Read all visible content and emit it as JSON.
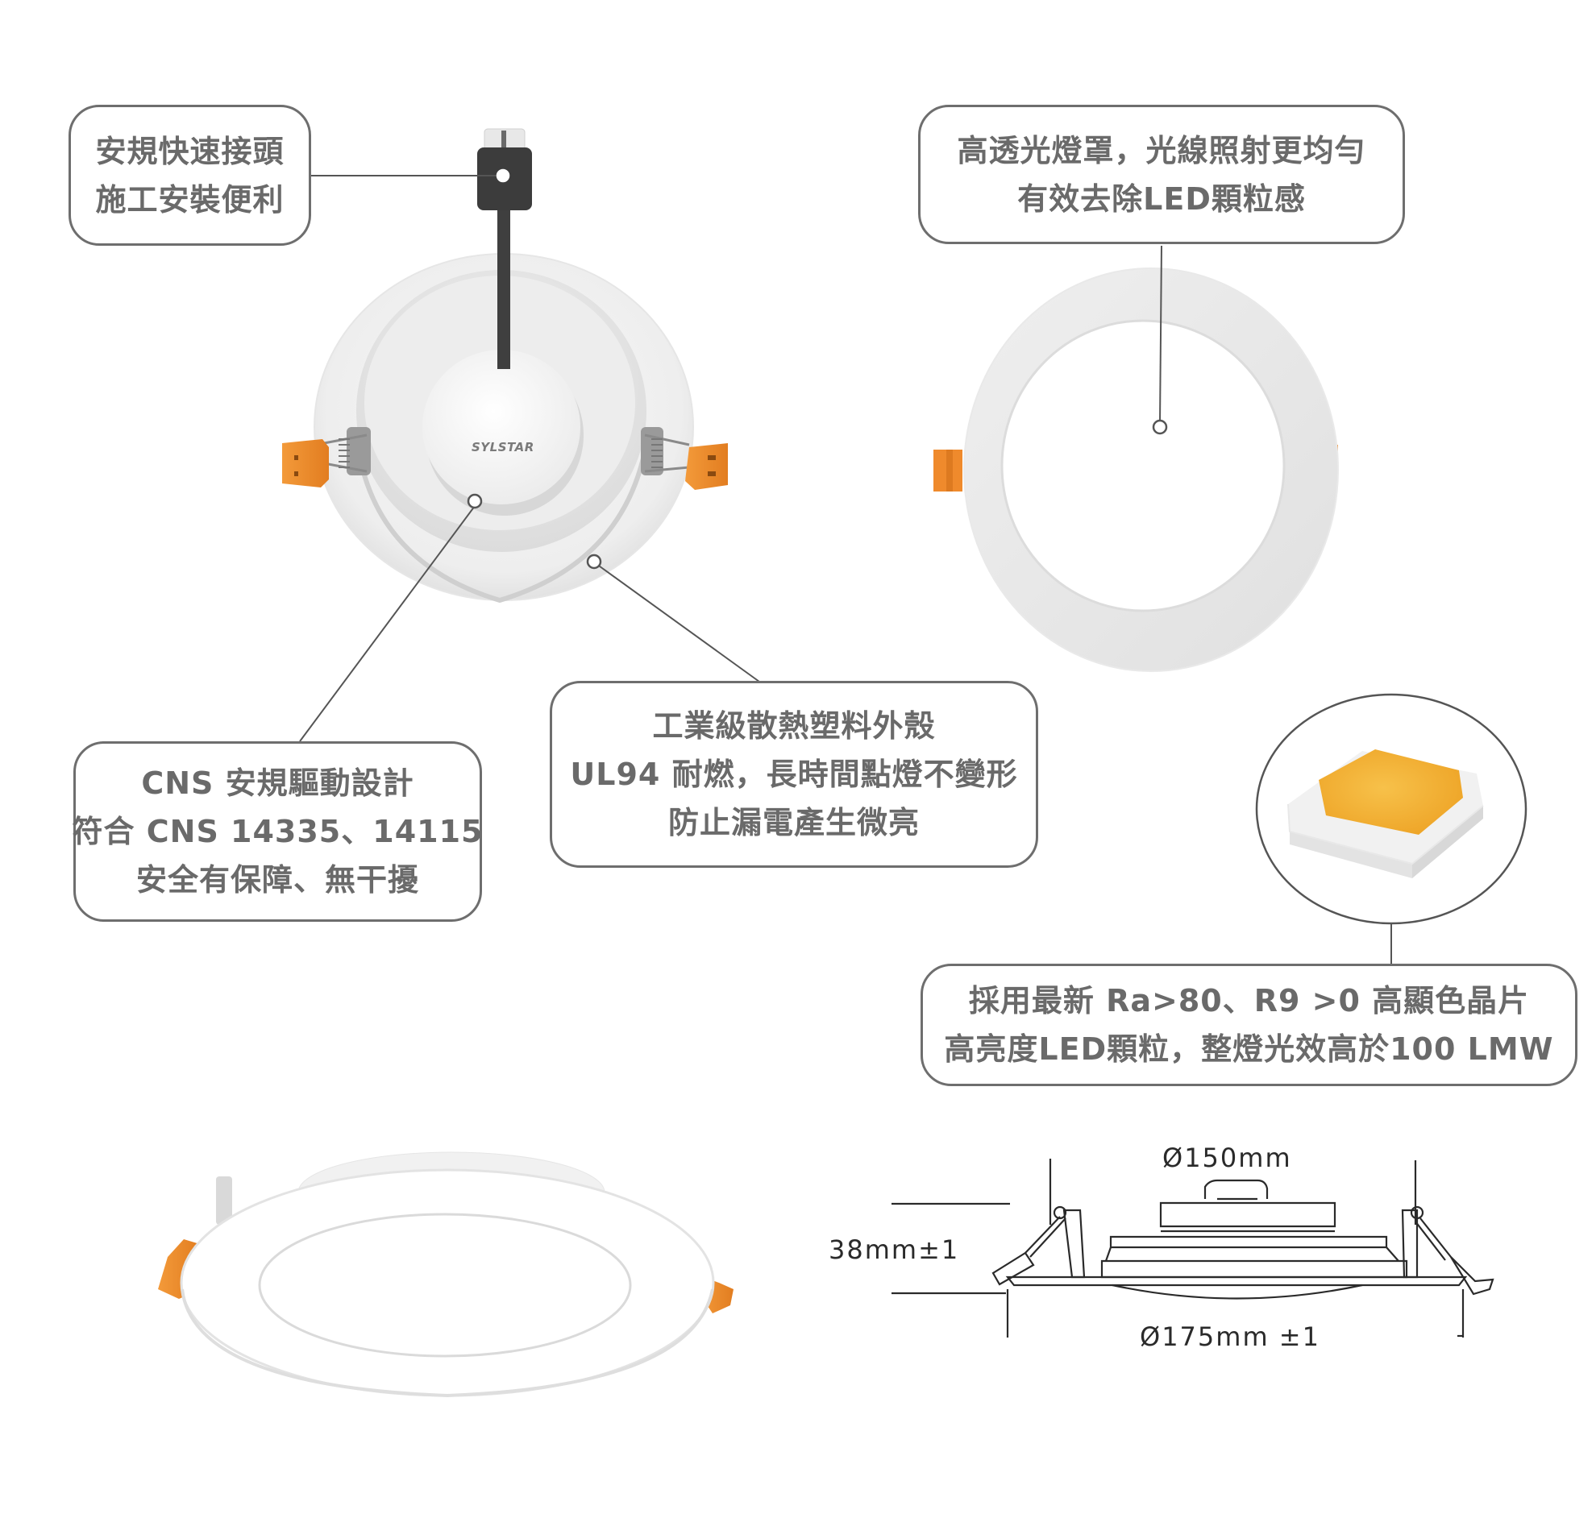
{
  "brand": {
    "logo_text": "SYLSTAR"
  },
  "colors": {
    "callout_border": "#6e6e6e",
    "callout_text": "#6a6a6a",
    "leader_line": "#555555",
    "spring_clip_orange": "#ef8a2c",
    "led_phosphor": "#f3b33a",
    "body_white": "#f4f4f4",
    "connector_dark": "#3c3c3c"
  },
  "callouts": {
    "connector": {
      "lines": [
        "安規快速接頭",
        "施工安裝便利"
      ]
    },
    "diffuser": {
      "lines": [
        "高透光燈罩，光線照射更均勻",
        "有效去除LED顆粒感"
      ]
    },
    "driver": {
      "lines": [
        "CNS 安規驅動設計",
        "符合 CNS 14335、14115",
        "安全有保障、無干擾"
      ]
    },
    "housing": {
      "lines": [
        "工業級散熱塑料外殼",
        "UL94 耐燃，長時間點燈不變形",
        "防止漏電產生微亮"
      ]
    },
    "led_chip": {
      "lines": [
        "採用最新 Ra>80、R9 >0 高顯色晶片",
        "高亮度LED顆粒，整燈光效高於100 LMW"
      ]
    }
  },
  "dimensions": {
    "cutout_diameter": "Ø150mm",
    "height": "38mm±1",
    "outer_diameter": "Ø175mm ±1"
  }
}
